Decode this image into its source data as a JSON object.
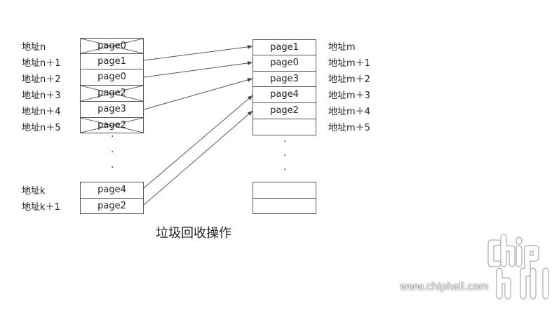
{
  "left_labels": [
    "地址n",
    "地址n＋1",
    "地址n＋2",
    "地址n＋3",
    "地址n＋4",
    "地址n＋5"
  ],
  "left_bottom_labels": [
    "地址k",
    "地址k＋1"
  ],
  "right_labels": [
    "地址m",
    "地址m＋1",
    "地址m＋2",
    "地址m＋3",
    "地址m＋4",
    "地址m＋5"
  ],
  "left_cells": [
    {
      "text": "page0",
      "crossed": true
    },
    {
      "text": "page1",
      "crossed": false
    },
    {
      "text": "page0",
      "crossed": false
    },
    {
      "text": "page2",
      "crossed": true
    },
    {
      "text": "page3",
      "crossed": false
    },
    {
      "text": "page2",
      "crossed": true
    }
  ],
  "left_bottom_cells": [
    {
      "text": "page4",
      "crossed": false
    },
    {
      "text": "page2",
      "crossed": false
    }
  ],
  "right_cells": [
    "page1",
    "page0",
    "page3",
    "page4",
    "page2",
    ""
  ],
  "right_bottom_cells": [
    "",
    ""
  ],
  "caption": "垃圾回收操作",
  "watermark": {
    "url": "www.chiphell.com",
    "logo": "chip hell"
  }
}
